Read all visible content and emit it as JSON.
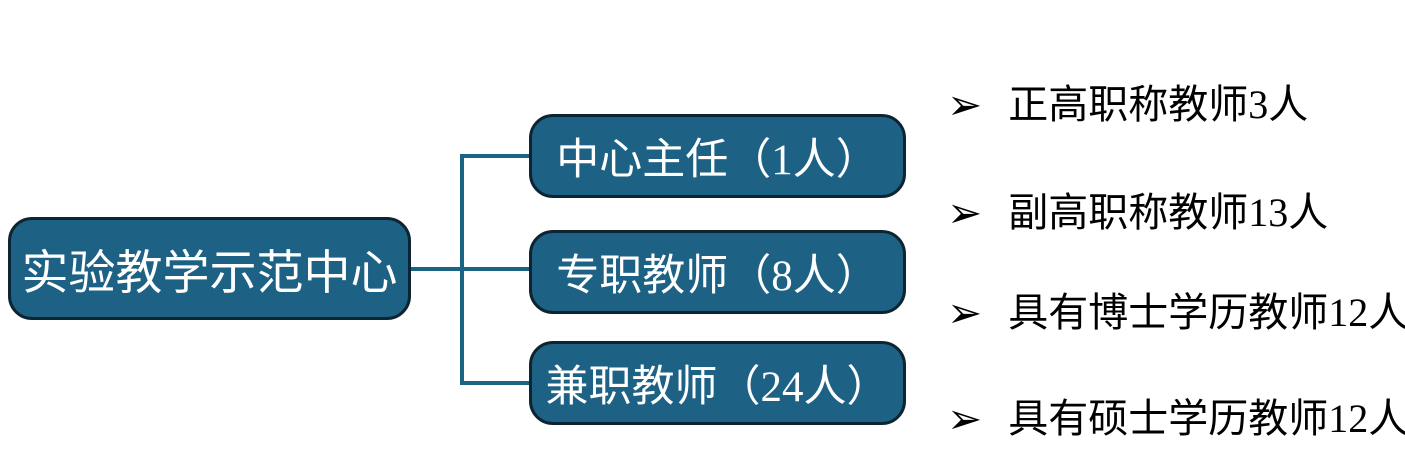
{
  "diagram": {
    "root_box": {
      "label": "实验教学示范中心"
    },
    "level2_boxes": [
      {
        "label": "中心主任（1人）"
      },
      {
        "label": "专职教师（8人）"
      },
      {
        "label": "兼职教师（24人）"
      }
    ],
    "bullet_list": {
      "marker": "➢",
      "items": [
        "正高职称教师3人",
        "副高职称教师13人",
        "具有博士学历教师12人",
        "具有硕士学历教师12人"
      ]
    },
    "colors": {
      "box_fill": "#1d6185",
      "box_border": "#0d2432",
      "connector_line": "#1b6385",
      "box_text": "#ffffff",
      "bullet_text": "#000000",
      "background": "#ffffff"
    }
  }
}
